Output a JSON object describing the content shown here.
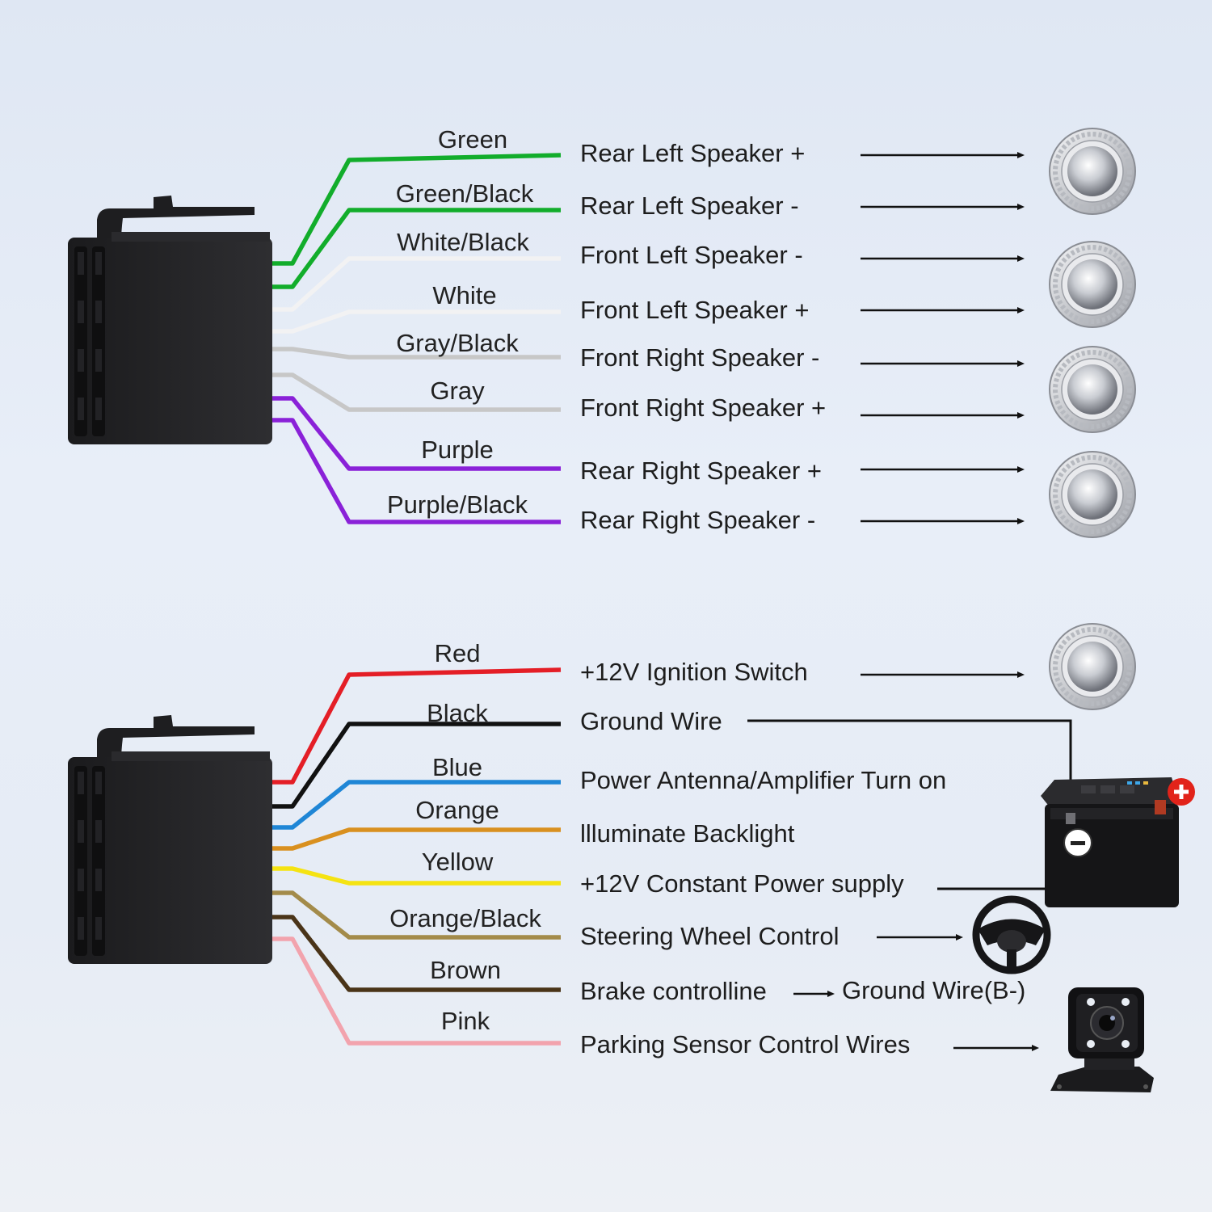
{
  "upper_harness": [
    {
      "wire": "Green",
      "color": "#12ad2b",
      "function": "Rear Left Speaker +"
    },
    {
      "wire": "Green/Black",
      "color": "#12ad2b",
      "function": "Rear Left Speaker -"
    },
    {
      "wire": "White/Black",
      "color": "#f2f2f2",
      "function": "Front Left Speaker -"
    },
    {
      "wire": "White",
      "color": "#f2f2f2",
      "function": "Front Left Speaker +"
    },
    {
      "wire": "Gray/Black",
      "color": "#c7c7c7",
      "function": "Front Right Speaker -"
    },
    {
      "wire": "Gray",
      "color": "#c7c7c7",
      "function": "Front Right Speaker +"
    },
    {
      "wire": "Purple",
      "color": "#8a21d8",
      "function": "Rear Right Speaker +"
    },
    {
      "wire": "Purple/Black",
      "color": "#8a21d8",
      "function": "Rear Right Speaker -"
    }
  ],
  "lower_harness": [
    {
      "wire": "Red",
      "color": "#e41e26",
      "function": "+12V Ignition Switch"
    },
    {
      "wire": "Black",
      "color": "#111111",
      "function": "Ground Wire"
    },
    {
      "wire": "Blue",
      "color": "#1f86d6",
      "function": "Power Antenna/Amplifier Turn on"
    },
    {
      "wire": "Orange",
      "color": "#d9901f",
      "function": "llluminate Backlight"
    },
    {
      "wire": "Yellow",
      "color": "#f5e312",
      "function": "+12V Constant Power supply"
    },
    {
      "wire": "Orange/Black",
      "color": "#a38b4a",
      "function": "Steering Wheel Control"
    },
    {
      "wire": "Brown",
      "color": "#4a3418",
      "function": "Brake controlline"
    },
    {
      "wire": "Pink",
      "color": "#f2a3ad",
      "function": "Parking Sensor Control Wires"
    }
  ],
  "brake_target": "Ground Wire(B-)",
  "devices": [
    "speaker-icon",
    "battery-icon",
    "steering-wheel-icon",
    "reverse-camera-icon"
  ],
  "battery_terminals": {
    "positive": "+",
    "negative": "-"
  }
}
